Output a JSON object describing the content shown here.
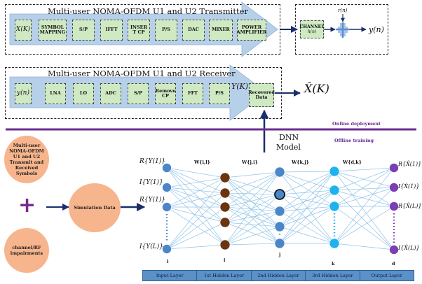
{
  "transmitter": {
    "title": "Multi-user NOMA-OFDM U1 and U2 Transmitter",
    "blocks": [
      "X(K)",
      "SYMBOL MAPPING",
      "S/P",
      "IFFT",
      "INSER T CP",
      "P/S",
      "DAC",
      "MIXER",
      "POWER AMPLIFIER"
    ]
  },
  "channel": {
    "label": "CHANNEL",
    "h": "h(n)",
    "noise": "r(n)",
    "output": "y(n)"
  },
  "receiver": {
    "title": "Multi-user NOMA-OFDM U1 and U2 Receiver",
    "blocks": [
      "y(n)",
      "LNA",
      "LO",
      "ADC",
      "S/P",
      "Remove CP",
      "FFT",
      "P/S"
    ],
    "arrow_label": "Y(K)",
    "recovered": "Recovered Data",
    "estimate": "X̂(K)"
  },
  "phases": {
    "online": "Online deployment",
    "offline": "Offline training"
  },
  "dnn": {
    "title_line1": "DNN",
    "title_line2": "Model"
  },
  "left": {
    "symbols": "Multi-user NOMA-OFDM U1 and U2 Transmit and Received Symbols",
    "plus": "+",
    "impairments": "channel/RF impairments",
    "simulation": "Simulation Data"
  },
  "inputs": [
    "R{Y(1)}",
    "I{Y(1)}",
    "R{Y(1)}",
    "I{Y(L)}"
  ],
  "outputs": [
    "R{X̂(1)}",
    "I{X̂(1)}",
    "R{X̂(L)}",
    "I{X̂(L)}"
  ],
  "weights": [
    "W{i,l}",
    "W{j,i}",
    "W{k,j}",
    "W{d,k}"
  ],
  "layer_index_labels": [
    "l",
    "i",
    "j",
    "k",
    "d"
  ],
  "layers": [
    "Input Layer",
    "1st Hidden Layer",
    "2nd Hidden Layer",
    "3rd Hidden Layer",
    "Output Layer"
  ],
  "colors": {
    "block_fill": "#cfe9c2",
    "big_arrow": "#b7d0ea",
    "node_blue": "#4a86c8",
    "node_brown": "#6b3410",
    "node_cyan": "#1fb2ee",
    "node_purple": "#7a3fb5",
    "separator": "#6b2c91",
    "circle_fill": "#f7b58d",
    "arrow_navy": "#1a2e6b",
    "layer_bar": "#5b90c9"
  }
}
